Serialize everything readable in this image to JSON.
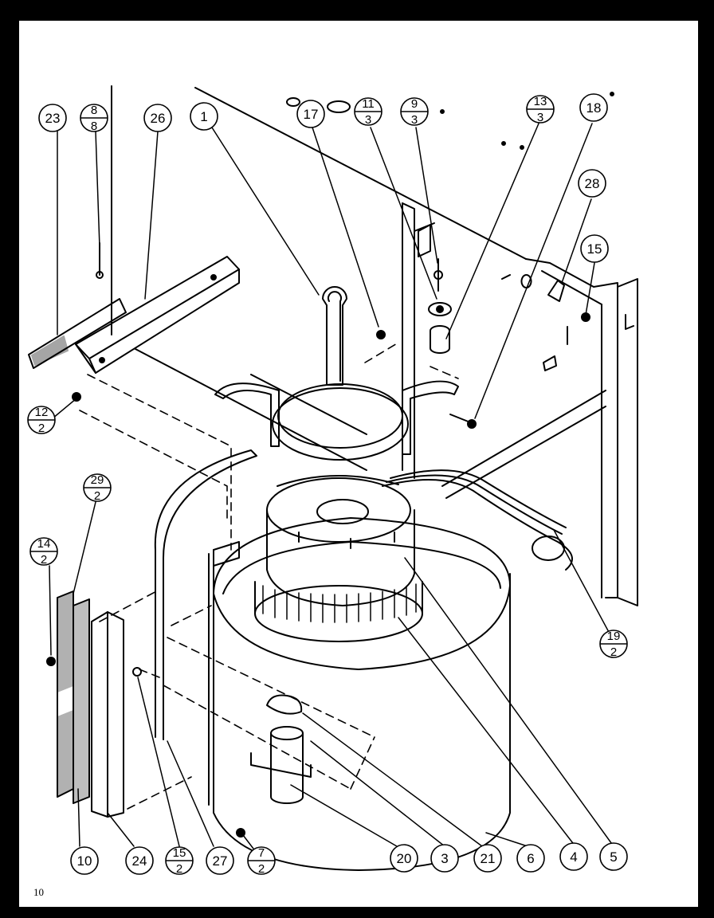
{
  "page_number": "10",
  "callouts": [
    {
      "id": "c23",
      "label": "23"
    },
    {
      "id": "c8-8",
      "top": "8",
      "bottom": "8"
    },
    {
      "id": "c26",
      "label": "26"
    },
    {
      "id": "c1",
      "label": "1"
    },
    {
      "id": "c17",
      "label": "17"
    },
    {
      "id": "c11-3",
      "top": "11",
      "bottom": "3"
    },
    {
      "id": "c9-3",
      "top": "9",
      "bottom": "3"
    },
    {
      "id": "c13-3",
      "top": "13",
      "bottom": "3"
    },
    {
      "id": "c18",
      "label": "18"
    },
    {
      "id": "c28",
      "label": "28"
    },
    {
      "id": "c15",
      "label": "15"
    },
    {
      "id": "c12-2",
      "top": "12",
      "bottom": "2"
    },
    {
      "id": "c29-2",
      "top": "29",
      "bottom": "2"
    },
    {
      "id": "c14-2",
      "top": "14",
      "bottom": "2"
    },
    {
      "id": "c19-2",
      "top": "19",
      "bottom": "2"
    },
    {
      "id": "c10",
      "label": "10"
    },
    {
      "id": "c24",
      "label": "24"
    },
    {
      "id": "c15-2",
      "top": "15",
      "bottom": "2"
    },
    {
      "id": "c27",
      "label": "27"
    },
    {
      "id": "c7-2",
      "top": "7",
      "bottom": "2"
    },
    {
      "id": "c20",
      "label": "20"
    },
    {
      "id": "c3",
      "label": "3"
    },
    {
      "id": "c21",
      "label": "21"
    },
    {
      "id": "c6",
      "label": "6"
    },
    {
      "id": "c4",
      "label": "4"
    },
    {
      "id": "c5",
      "label": "5"
    }
  ]
}
